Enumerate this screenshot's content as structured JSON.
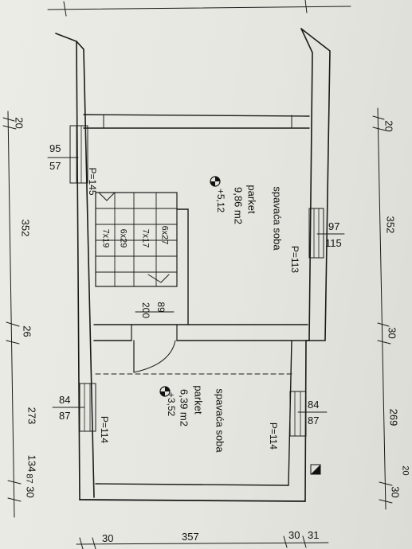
{
  "rooms": [
    {
      "name": "spavaća soba",
      "floor": "parket",
      "area": "9,86 m2",
      "level": "+5,12"
    },
    {
      "name": "spavaća soba",
      "floor": "parket",
      "area": "6,39 m2",
      "level": "+3,52"
    }
  ],
  "windows": {
    "left_top": {
      "width": "95",
      "height": "57",
      "sill": "P=145"
    },
    "right_top": {
      "width": "97",
      "height": "115",
      "sill": "P=113"
    },
    "left_bottom": {
      "width": "84",
      "height": "87",
      "sill": "P=114"
    },
    "right_bottom": {
      "width": "84",
      "height": "87",
      "sill": "P=114"
    }
  },
  "door": {
    "width": "89",
    "height": "200"
  },
  "stairs": {
    "steps_a": "6x27",
    "steps_b": "7x17",
    "steps_c": "6x29",
    "steps_d": "7x19"
  },
  "dimensions": {
    "left": {
      "d1": "20",
      "d2": "352",
      "d3": "26",
      "d4": "273",
      "d5": "87",
      "d6": "134",
      "d7": "30"
    },
    "right": {
      "d1": "20",
      "d2": "352",
      "d3": "30",
      "d4": "269",
      "d5": "30",
      "d6": "20"
    },
    "bottom": {
      "d1": "30",
      "d2": "357",
      "d3": "30",
      "d4": "31"
    }
  }
}
